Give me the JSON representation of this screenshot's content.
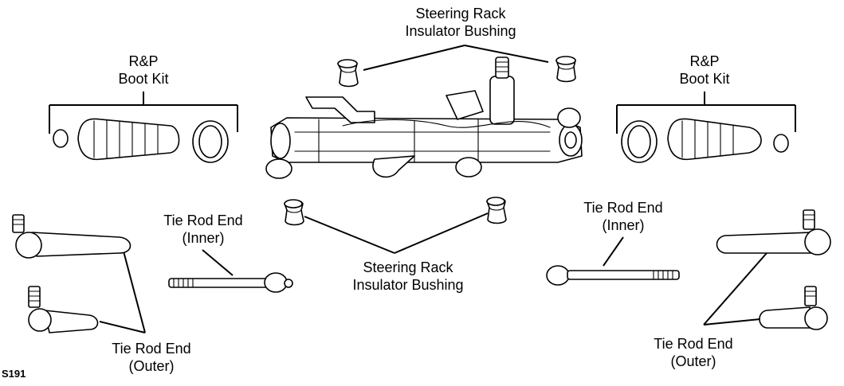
{
  "labels": {
    "rack_bushing_top": [
      "Steering Rack",
      "Insulator Bushing"
    ],
    "rack_bushing_bottom": [
      "Steering Rack",
      "Insulator Bushing"
    ],
    "boot_kit_left": [
      "R&P",
      "Boot Kit"
    ],
    "boot_kit_right": [
      "R&P",
      "Boot Kit"
    ],
    "tie_rod_inner_left": [
      "Tie Rod End",
      "(Inner)"
    ],
    "tie_rod_inner_right": [
      "Tie Rod End",
      "(Inner)"
    ],
    "tie_rod_outer_left": [
      "Tie Rod End",
      "(Outer)"
    ],
    "tie_rod_outer_right": [
      "Tie Rod End",
      "(Outer)"
    ]
  },
  "figure_code": "S191"
}
